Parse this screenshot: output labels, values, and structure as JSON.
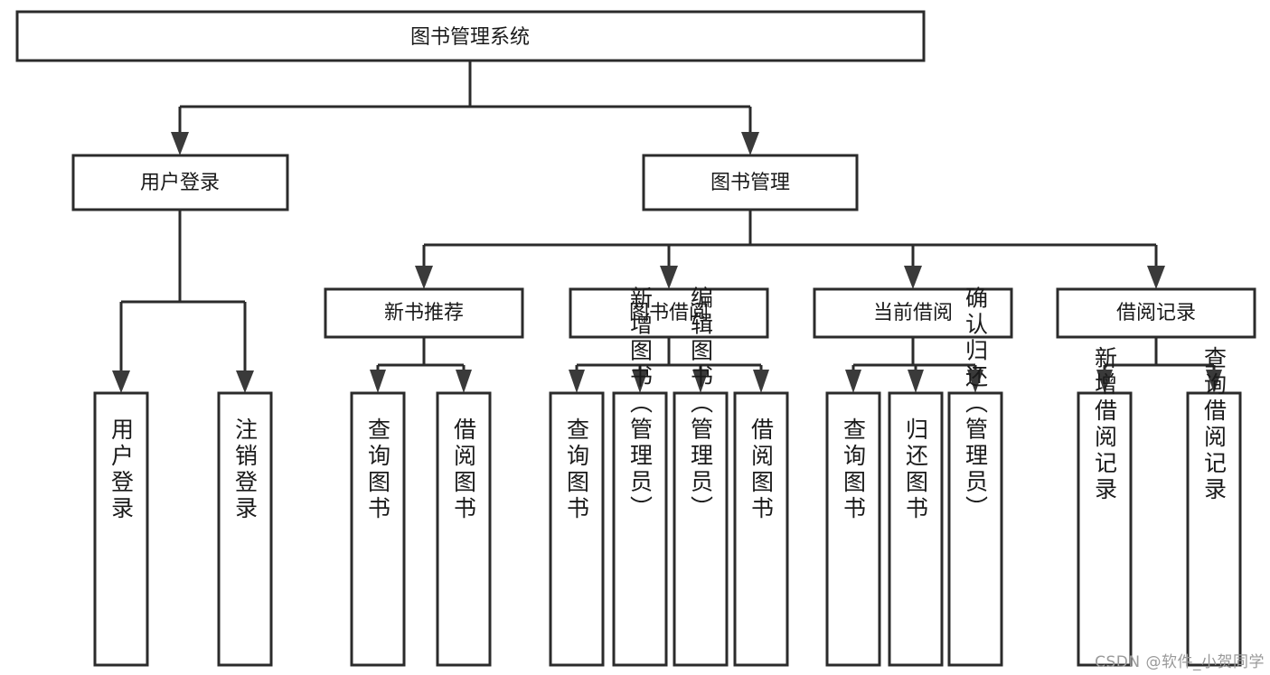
{
  "diagram": {
    "type": "tree-hierarchy-chart",
    "title_node": {
      "label": "图书管理系统"
    },
    "colors": {
      "box_stroke": "#2b2b2b",
      "box_fill": "#ffffff",
      "line": "#2b2b2b",
      "arrow": "#3a3a3a",
      "text": "#1a1a1a",
      "watermark": "#9a9a9a",
      "background": "#ffffff"
    },
    "level1": [
      {
        "label": "用户登录"
      },
      {
        "label": "图书管理"
      }
    ],
    "level2": [
      {
        "label": "新书推荐"
      },
      {
        "label": "图书借阅"
      },
      {
        "label": "当前借阅"
      },
      {
        "label": "借阅记录"
      }
    ],
    "leaves": {
      "user_login": [
        {
          "label": "用户登录"
        },
        {
          "label": "注销登录"
        }
      ],
      "new_book_recommend": [
        {
          "label": "查询图书"
        },
        {
          "label": "借阅图书"
        }
      ],
      "book_borrow": [
        {
          "label": "查询图书"
        },
        {
          "label": "新增图书（管理员）"
        },
        {
          "label": "编辑图书（管理员）"
        },
        {
          "label": "借阅图书"
        }
      ],
      "current_borrow": [
        {
          "label": "查询图书"
        },
        {
          "label": "归还图书"
        },
        {
          "label": "确认归还（管理员）"
        }
      ],
      "borrow_record": [
        {
          "label": "新增借阅记录"
        },
        {
          "label": "查询借阅记录"
        }
      ]
    }
  },
  "watermark": {
    "text": "CSDN @软件_小贺同学"
  }
}
